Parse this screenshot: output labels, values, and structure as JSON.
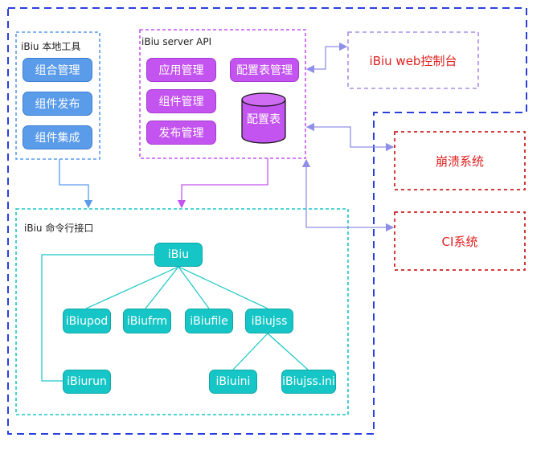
{
  "local_tools": {
    "title": "iBiu 本地工具",
    "items": [
      "组合管理",
      "组件发布",
      "组件集成"
    ]
  },
  "server_api": {
    "title": "iBiu server API",
    "items": [
      "应用管理",
      "组件管理",
      "发布管理"
    ],
    "config_manage": "配置表管理",
    "config_table": "配置表"
  },
  "web_console": {
    "label": "iBiu web控制台",
    "color": "#e02020"
  },
  "crash_system": {
    "label": "崩溃系统",
    "color": "#e02020"
  },
  "ci_system": {
    "label": "CI系统",
    "color": "#e02020"
  },
  "cli": {
    "title": "iBiu 命令行接口",
    "root": "iBiu",
    "children": [
      "iBiupod",
      "iBiufrm",
      "iBiufile",
      "iBiujss"
    ],
    "jss_children": [
      "iBiuini",
      "iBiujss.ini"
    ],
    "run": "iBiurun"
  },
  "colors": {
    "outer_border": "#2a3fe0",
    "local_blue": "#5a9bea",
    "server_purple": "#c454f0",
    "cli_teal": "#16c6c6",
    "external_red": "#cc2222",
    "arrow_lavender": "#9a9aee"
  }
}
